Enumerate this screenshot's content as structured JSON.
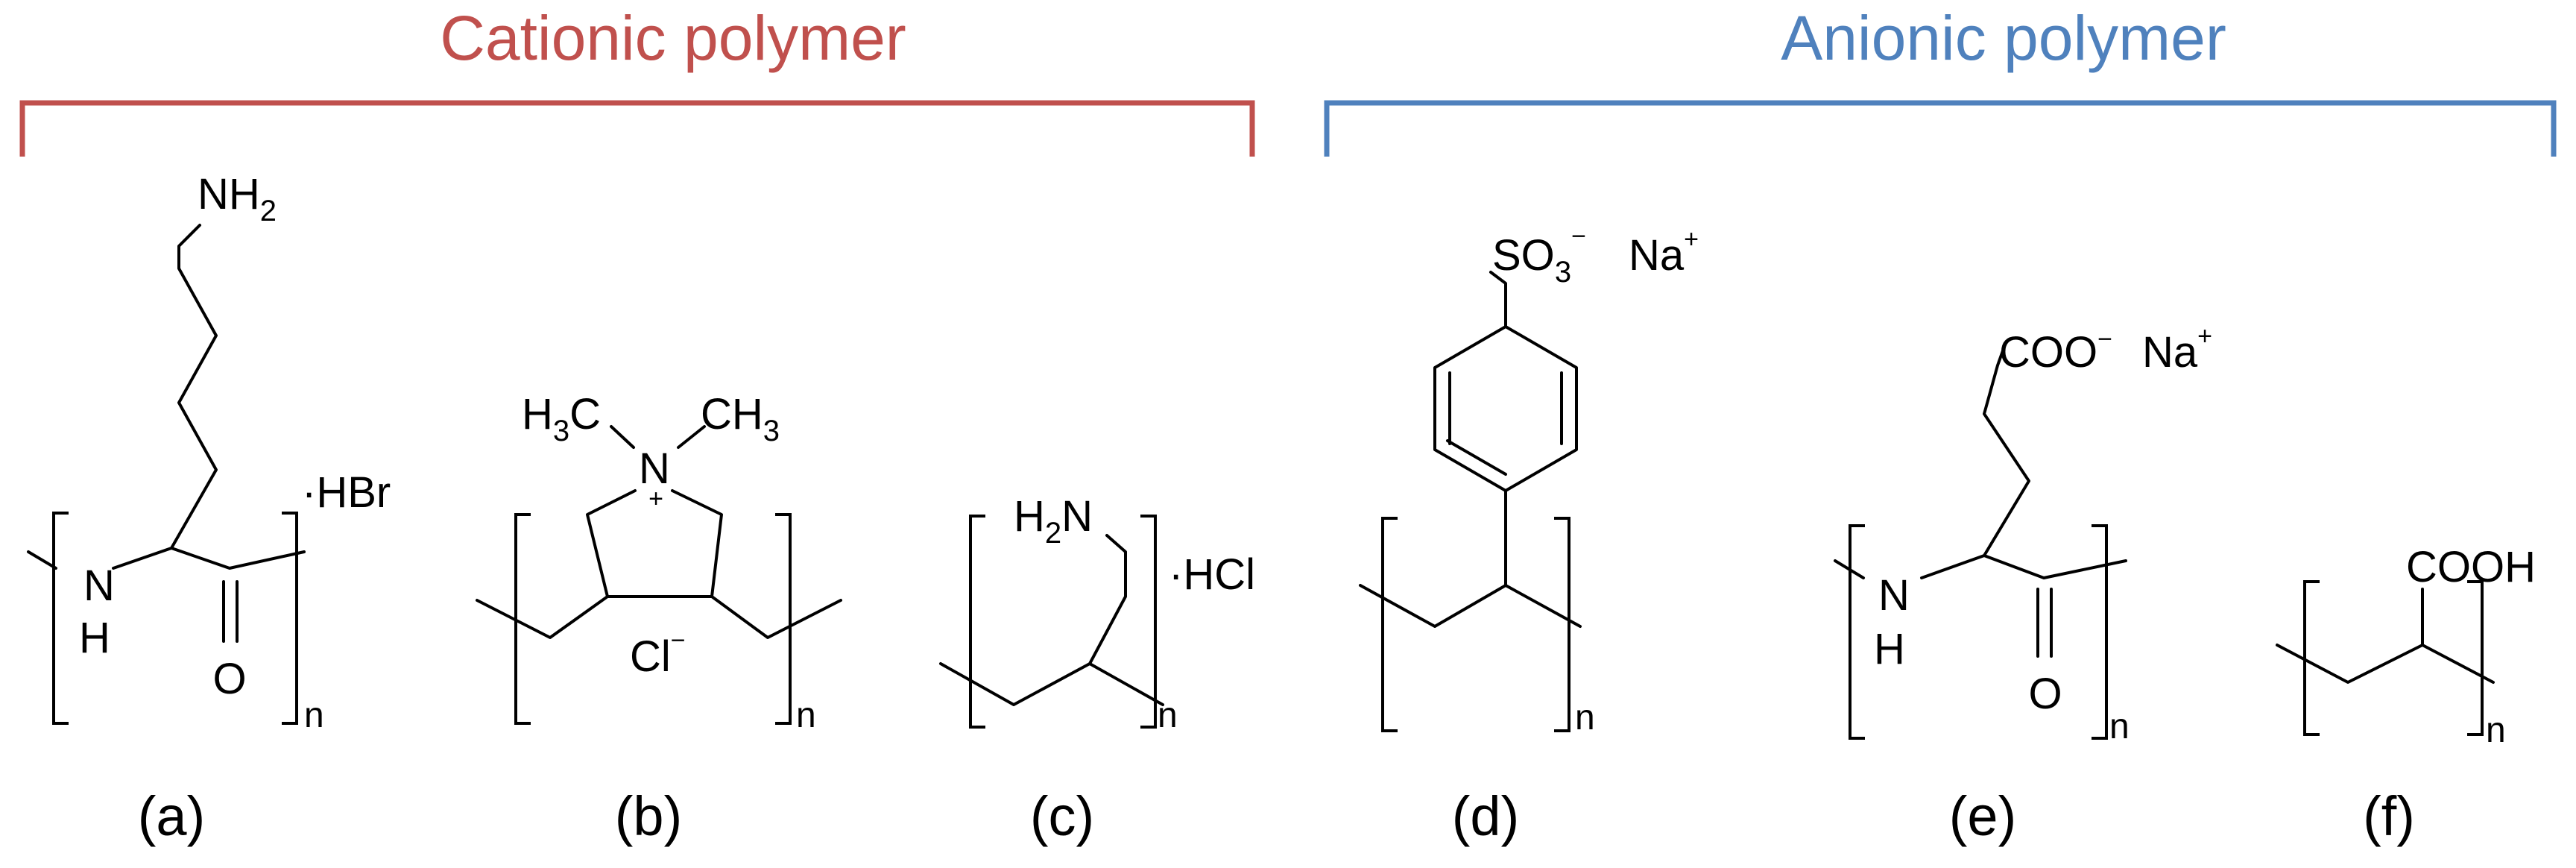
{
  "colors": {
    "cationic": "#c0504d",
    "anionic": "#4f81bd",
    "structure": "#000000"
  },
  "groups": {
    "cationic": {
      "title": "Cationic polymer"
    },
    "anionic": {
      "title": "Anionic polymer"
    }
  },
  "panels": {
    "a": {
      "label": "(a)",
      "amine": "NH",
      "amine_sub": "2",
      "nh": "N",
      "nh_h": "H",
      "oxygen": "O",
      "salt": "·HBr",
      "repeat": "n"
    },
    "b": {
      "label": "(b)",
      "methyl_left": "H",
      "methyl_left_sub": "3",
      "methyl_left_c": "C",
      "nitrogen": "N",
      "nitrogen_charge": "+",
      "methyl_right": "CH",
      "methyl_right_sub": "3",
      "counterion": "Cl",
      "counterion_charge": "−",
      "repeat": "n"
    },
    "c": {
      "label": "(c)",
      "amine_h": "H",
      "amine_sub": "2",
      "amine_n": "N",
      "salt": "·HCl",
      "repeat": "n"
    },
    "d": {
      "label": "(d)",
      "sulfonate": "SO",
      "sulfonate_sub": "3",
      "sulfonate_charge": "−",
      "cation": "Na",
      "cation_charge": "+",
      "repeat": "n"
    },
    "e": {
      "label": "(e)",
      "carboxylate": "COO",
      "carboxylate_charge": "−",
      "cation": "Na",
      "cation_charge": "+",
      "nh": "N",
      "nh_h": "H",
      "oxygen": "O",
      "repeat": "n"
    },
    "f": {
      "label": "(f)",
      "acid": "COOH",
      "repeat": "n"
    }
  }
}
